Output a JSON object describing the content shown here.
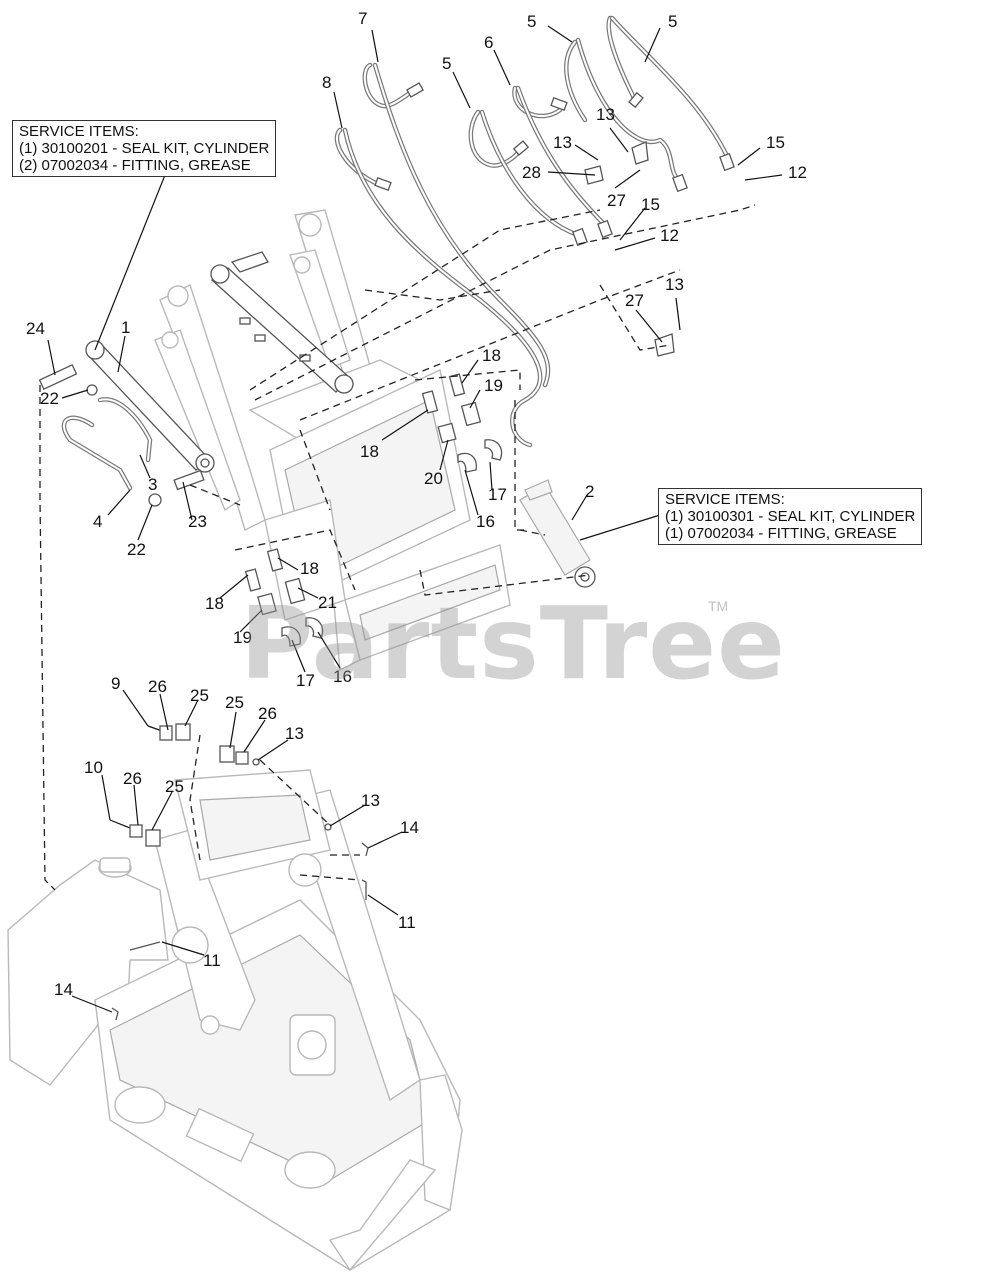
{
  "service_boxes": [
    {
      "lines": [
        "SERVICE ITEMS:",
        "(1) 30100201 - SEAL KIT, CYLINDER",
        "(2) 07002034 - FITTING, GREASE"
      ]
    },
    {
      "lines": [
        "SERVICE ITEMS:",
        "(1) 30100301 - SEAL KIT, CYLINDER",
        "(1) 07002034 - FITTING, GREASE"
      ]
    }
  ],
  "watermark": {
    "text": "PartsTree",
    "trademark": "TM"
  },
  "callouts": [
    {
      "label": "7"
    },
    {
      "label": "5"
    },
    {
      "label": "5"
    },
    {
      "label": "8"
    },
    {
      "label": "6"
    },
    {
      "label": "5"
    },
    {
      "label": "13"
    },
    {
      "label": "13"
    },
    {
      "label": "15"
    },
    {
      "label": "12"
    },
    {
      "label": "28"
    },
    {
      "label": "27"
    },
    {
      "label": "15"
    },
    {
      "label": "12"
    },
    {
      "label": "13"
    },
    {
      "label": "27"
    },
    {
      "label": "24"
    },
    {
      "label": "1"
    },
    {
      "label": "22"
    },
    {
      "label": "18"
    },
    {
      "label": "19"
    },
    {
      "label": "18"
    },
    {
      "label": "20"
    },
    {
      "label": "17"
    },
    {
      "label": "16"
    },
    {
      "label": "3"
    },
    {
      "label": "4"
    },
    {
      "label": "23"
    },
    {
      "label": "22"
    },
    {
      "label": "2"
    },
    {
      "label": "18"
    },
    {
      "label": "18"
    },
    {
      "label": "21"
    },
    {
      "label": "19"
    },
    {
      "label": "17"
    },
    {
      "label": "16"
    },
    {
      "label": "9"
    },
    {
      "label": "26"
    },
    {
      "label": "25"
    },
    {
      "label": "25"
    },
    {
      "label": "26"
    },
    {
      "label": "13"
    },
    {
      "label": "10"
    },
    {
      "label": "26"
    },
    {
      "label": "25"
    },
    {
      "label": "13"
    },
    {
      "label": "14"
    },
    {
      "label": "11"
    },
    {
      "label": "11"
    },
    {
      "label": "14"
    }
  ]
}
